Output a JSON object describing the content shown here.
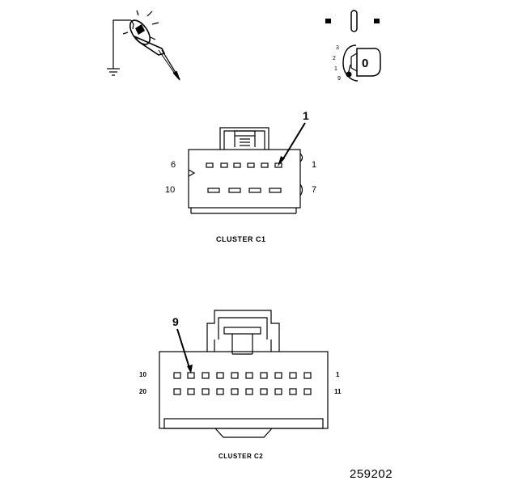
{
  "connector_c1": {
    "caption": "CLUSTER C1",
    "callout": "1",
    "pin_labels": {
      "top_left": "6",
      "top_right": "1",
      "bottom_left": "10",
      "bottom_right": "7"
    }
  },
  "connector_c2": {
    "caption": "CLUSTER C2",
    "callout": "9",
    "pin_labels": {
      "top_left": "10",
      "top_right": "1",
      "bottom_left": "20",
      "bottom_right": "11"
    }
  },
  "ignition": {
    "key_label": "0",
    "positions": [
      "3",
      "2",
      "1",
      "9"
    ]
  },
  "figure_id": "259202",
  "icons": [
    "test-probe-icon",
    "ground-symbol-icon",
    "ignition-switch-icon",
    "ignition-key-icon"
  ]
}
